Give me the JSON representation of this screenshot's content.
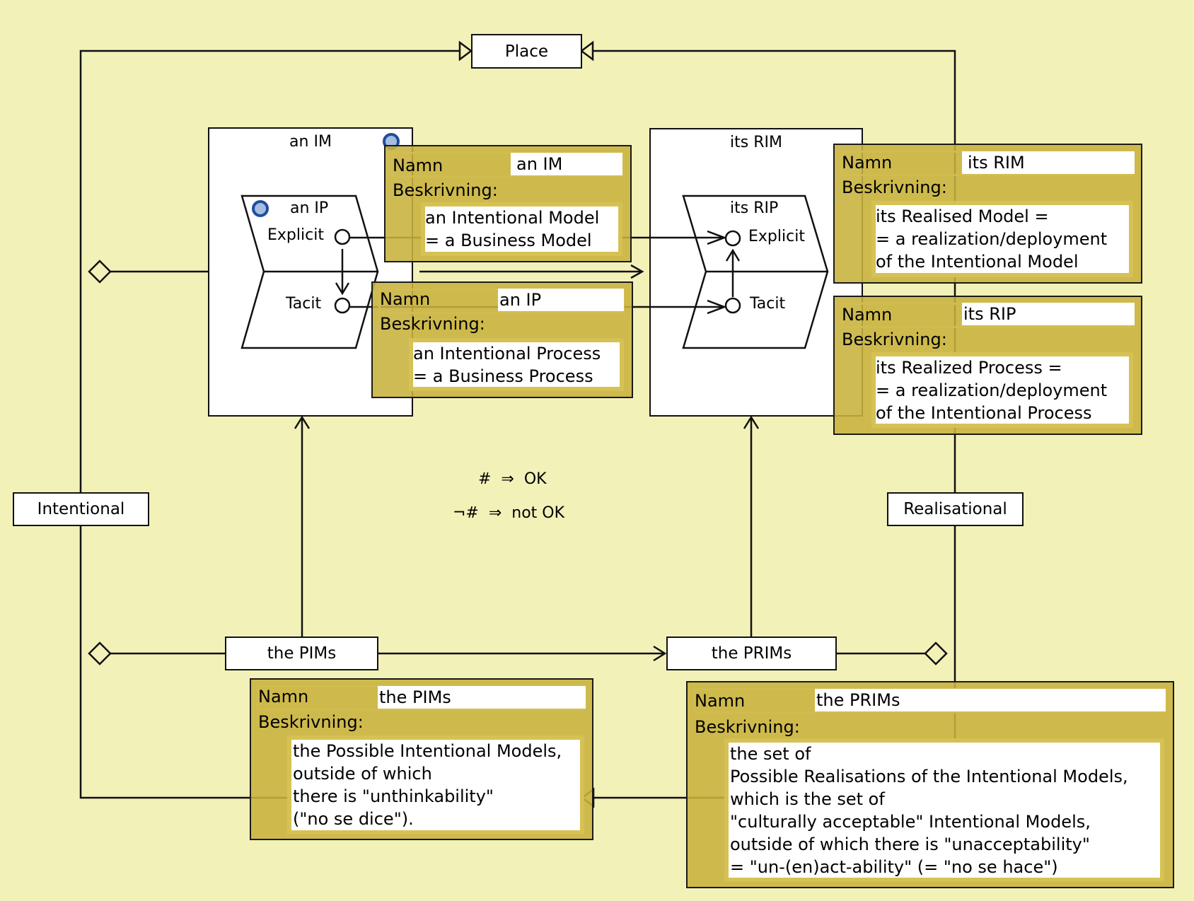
{
  "colors": {
    "background": "#f2f1b8",
    "popup": "#c9b33f",
    "line": "#111111",
    "dot_fill": "#a4bde0",
    "dot_ring": "#1f4e9a"
  },
  "nodes": {
    "place": "Place",
    "intentional": "Intentional",
    "realisational": "Realisational",
    "pims": "the PIMs",
    "prims": "the PRIMs",
    "im": {
      "title": "an IM",
      "process": {
        "title": "an IP",
        "explicit": "Explicit",
        "tacit": "Tacit"
      }
    },
    "rim": {
      "title": "its RIM",
      "process": {
        "title": "its RIP",
        "explicit": "Explicit",
        "tacit": "Tacit"
      }
    }
  },
  "legend": {
    "line1": "#  ⇒  OK",
    "line2": "¬#  ⇒  not OK"
  },
  "popups": [
    {
      "name_label": "Namn",
      "desc_label": "Beskrivning:",
      "name": "an IM",
      "description": "an Intentional Model\n= a Business Model"
    },
    {
      "name_label": "Namn",
      "desc_label": "Beskrivning:",
      "name": "an IP",
      "description": "an Intentional Process\n= a Business Process"
    },
    {
      "name_label": "Namn",
      "desc_label": "Beskrivning:",
      "name": "its RIM",
      "description": "its Realised Model =\n= a realization/deployment\nof the Intentional Model"
    },
    {
      "name_label": "Namn",
      "desc_label": "Beskrivning:",
      "name": "its RIP",
      "description": "its Realized Process =\n= a realization/deployment\nof the Intentional Process"
    },
    {
      "name_label": "Namn",
      "desc_label": "Beskrivning:",
      "name": "the PIMs",
      "description": "the Possible Intentional Models,\noutside of which\nthere is \"unthinkability\"\n(\"no se dice\")."
    },
    {
      "name_label": "Namn",
      "desc_label": "Beskrivning:",
      "name": "the PRIMs",
      "description": "the set of\nPossible Realisations of the Intentional Models,\nwhich is the set of\n\"culturally acceptable\" Intentional Models,\noutside of which there is \"unacceptability\"\n= \"un-(en)act-ability\" (= \"no se hace\")"
    }
  ]
}
